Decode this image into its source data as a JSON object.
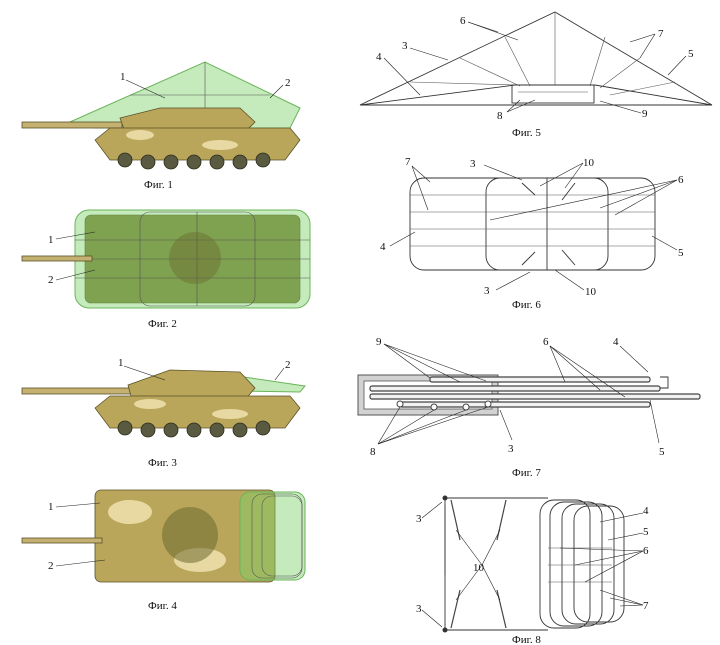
{
  "figures": {
    "fig1": {
      "caption": "Фиг. 1",
      "labels": [
        "1",
        "2"
      ]
    },
    "fig2": {
      "caption": "Фиг. 2",
      "labels": [
        "1",
        "2"
      ]
    },
    "fig3": {
      "caption": "Фиг. 3",
      "labels": [
        "1",
        "2"
      ]
    },
    "fig4": {
      "caption": "Фиг. 4",
      "labels": [
        "1",
        "2"
      ]
    },
    "fig5": {
      "caption": "Фиг. 5",
      "labels": [
        "6",
        "7",
        "3",
        "4",
        "5",
        "8",
        "9"
      ]
    },
    "fig6": {
      "caption": "Фиг. 6",
      "labels": [
        "7",
        "3",
        "10",
        "6",
        "4",
        "5",
        "3",
        "10"
      ]
    },
    "fig7": {
      "caption": "Фиг. 7",
      "labels": [
        "9",
        "6",
        "4",
        "8",
        "3",
        "5"
      ]
    },
    "fig8": {
      "caption": "Фиг. 8",
      "labels": [
        "3",
        "4",
        "5",
        "10",
        "6",
        "7",
        "3"
      ]
    }
  },
  "colors": {
    "screen_green": "#7fd26a",
    "hull_tan": "#b9a65a",
    "hull_olive": "#7f7a3a",
    "line": "#333333"
  }
}
